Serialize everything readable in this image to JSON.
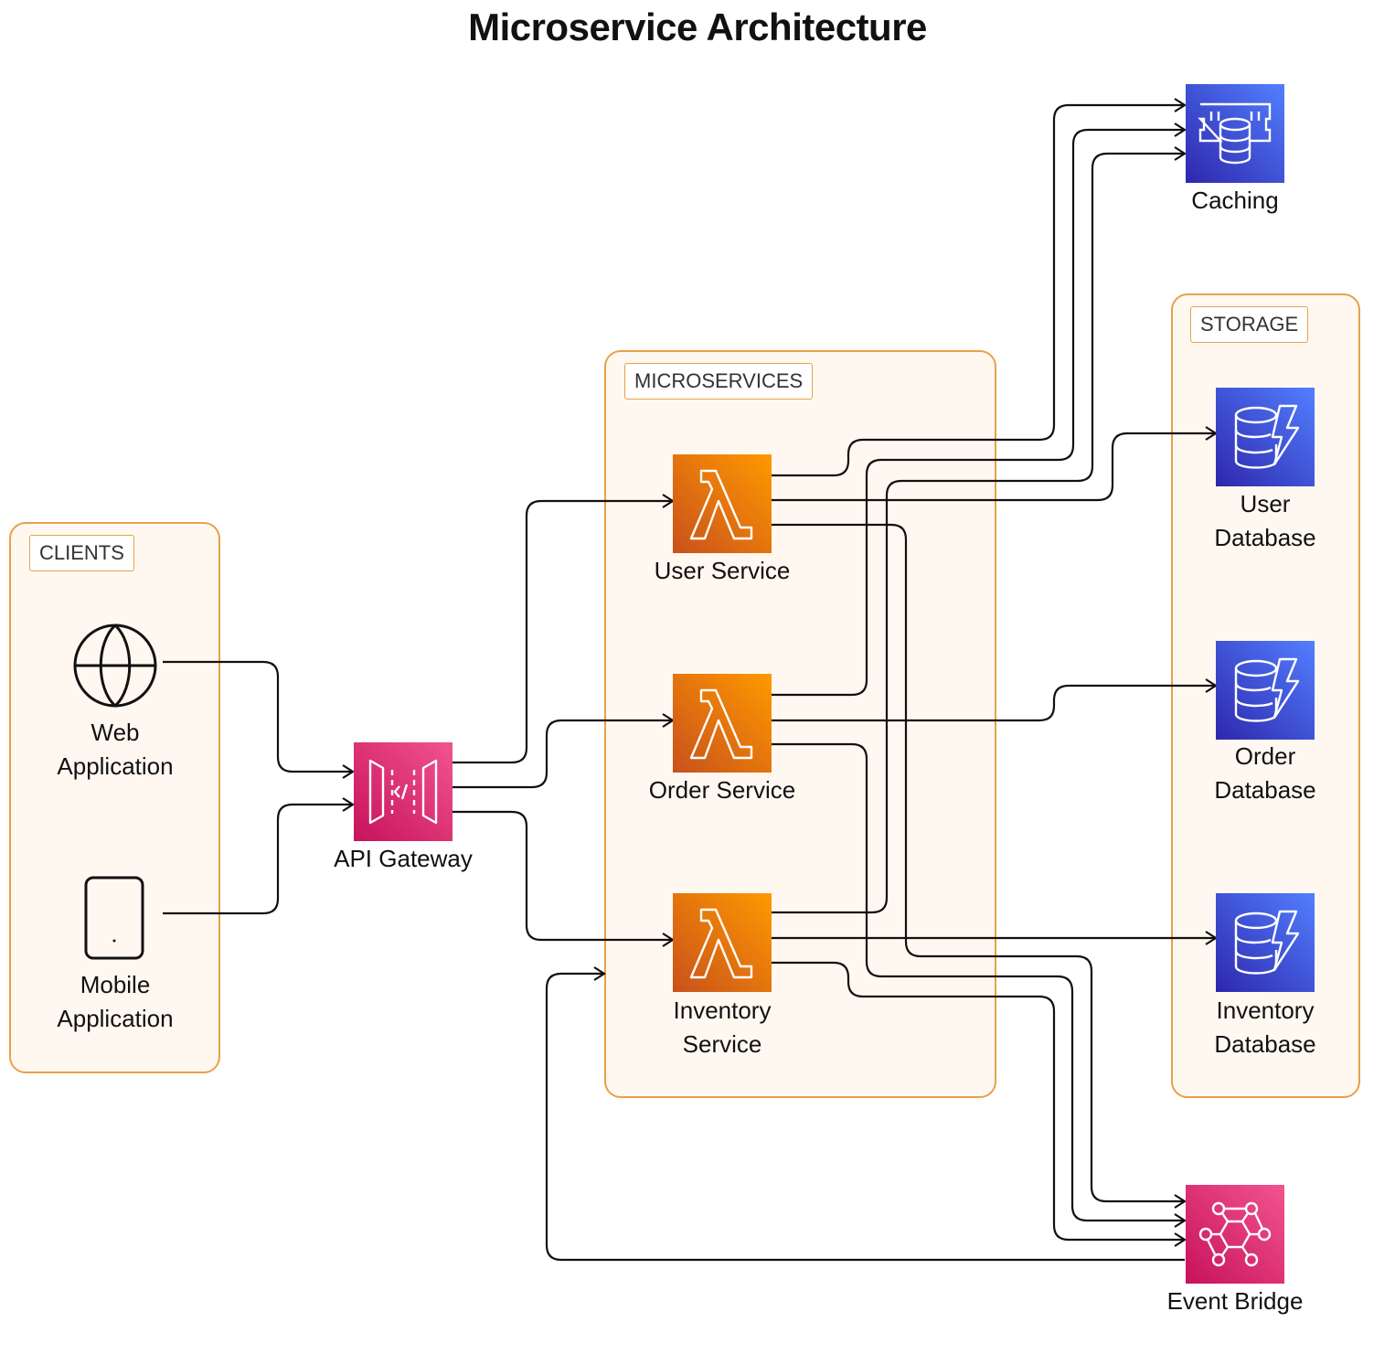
{
  "title": "Microservice Architecture",
  "groups": {
    "clients": "CLIENTS",
    "microservices": "MICROSERVICES",
    "storage": "STORAGE"
  },
  "nodes": {
    "web_app": {
      "label": "Web Application",
      "icon": "globe-icon"
    },
    "mobile_app": {
      "label": "Mobile Application",
      "icon": "mobile-device-icon"
    },
    "api_gateway": {
      "label": "API Gateway",
      "icon": "api-gateway-icon",
      "color": "#d6246e"
    },
    "user_service": {
      "label": "User Service",
      "icon": "lambda-icon",
      "color": "#ed7100"
    },
    "order_service": {
      "label": "Order Service",
      "icon": "lambda-icon",
      "color": "#ed7100"
    },
    "inventory_service": {
      "label": "Inventory Service",
      "icon": "lambda-icon",
      "color": "#ed7100"
    },
    "caching": {
      "label": "Caching",
      "icon": "elasticache-icon",
      "color": "#3b48cc"
    },
    "user_db": {
      "label": "User Database",
      "icon": "dynamodb-icon",
      "color": "#3b48cc"
    },
    "order_db": {
      "label": "Order Database",
      "icon": "dynamodb-icon",
      "color": "#3b48cc"
    },
    "inventory_db": {
      "label": "Inventory Database",
      "icon": "dynamodb-icon",
      "color": "#3b48cc"
    },
    "event_bridge": {
      "label": "Event Bridge",
      "icon": "eventbridge-icon",
      "color": "#d6246e"
    }
  },
  "edges": [
    {
      "from": "Web Application",
      "to": "API Gateway"
    },
    {
      "from": "Mobile Application",
      "to": "API Gateway"
    },
    {
      "from": "API Gateway",
      "to": "User Service"
    },
    {
      "from": "API Gateway",
      "to": "Order Service"
    },
    {
      "from": "API Gateway",
      "to": "Inventory Service"
    },
    {
      "from": "User Service",
      "to": "Caching"
    },
    {
      "from": "User Service",
      "to": "User Database"
    },
    {
      "from": "User Service",
      "to": "Event Bridge"
    },
    {
      "from": "Order Service",
      "to": "Caching"
    },
    {
      "from": "Order Service",
      "to": "Order Database"
    },
    {
      "from": "Order Service",
      "to": "Event Bridge"
    },
    {
      "from": "Inventory Service",
      "to": "Caching"
    },
    {
      "from": "Inventory Service",
      "to": "Inventory Database"
    },
    {
      "from": "Inventory Service",
      "to": "Event Bridge"
    },
    {
      "from": "Event Bridge",
      "to": "MICROSERVICES"
    }
  ],
  "colors": {
    "group_border": "#e8a04a",
    "group_fill": "#fff8f1",
    "lambda_orange": "#ed7100",
    "aws_blue": "#3b48cc",
    "aws_pink": "#d6246e"
  }
}
